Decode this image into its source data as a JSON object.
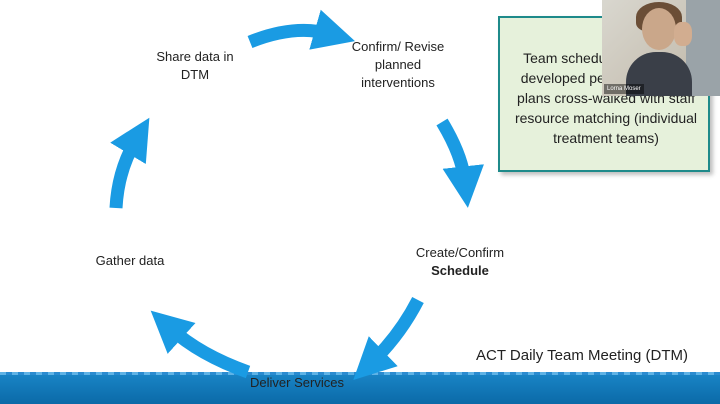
{
  "colors": {
    "arrow": "#1a9be3",
    "band": "#0e73b4",
    "callout_border": "#1e8a8a",
    "callout_bg": "#e6f1db"
  },
  "cycle": {
    "share": {
      "line1": "Share data in",
      "line2": "DTM"
    },
    "confirm": {
      "line1": "Confirm/ Revise",
      "line2": "planned",
      "line3": "interventions"
    },
    "create": {
      "line1": "Create/Confirm",
      "line2": "Schedule"
    },
    "deliver": "Deliver Services",
    "gather": "Gather data"
  },
  "callout": {
    "text": "Team schedules from well-developed person-centered plans cross-walked with staff resource matching (individual treatment teams)"
  },
  "video": {
    "participant_name": "Lorna Moser"
  },
  "footer": {
    "title": "ACT Daily Team Meeting (DTM)"
  }
}
